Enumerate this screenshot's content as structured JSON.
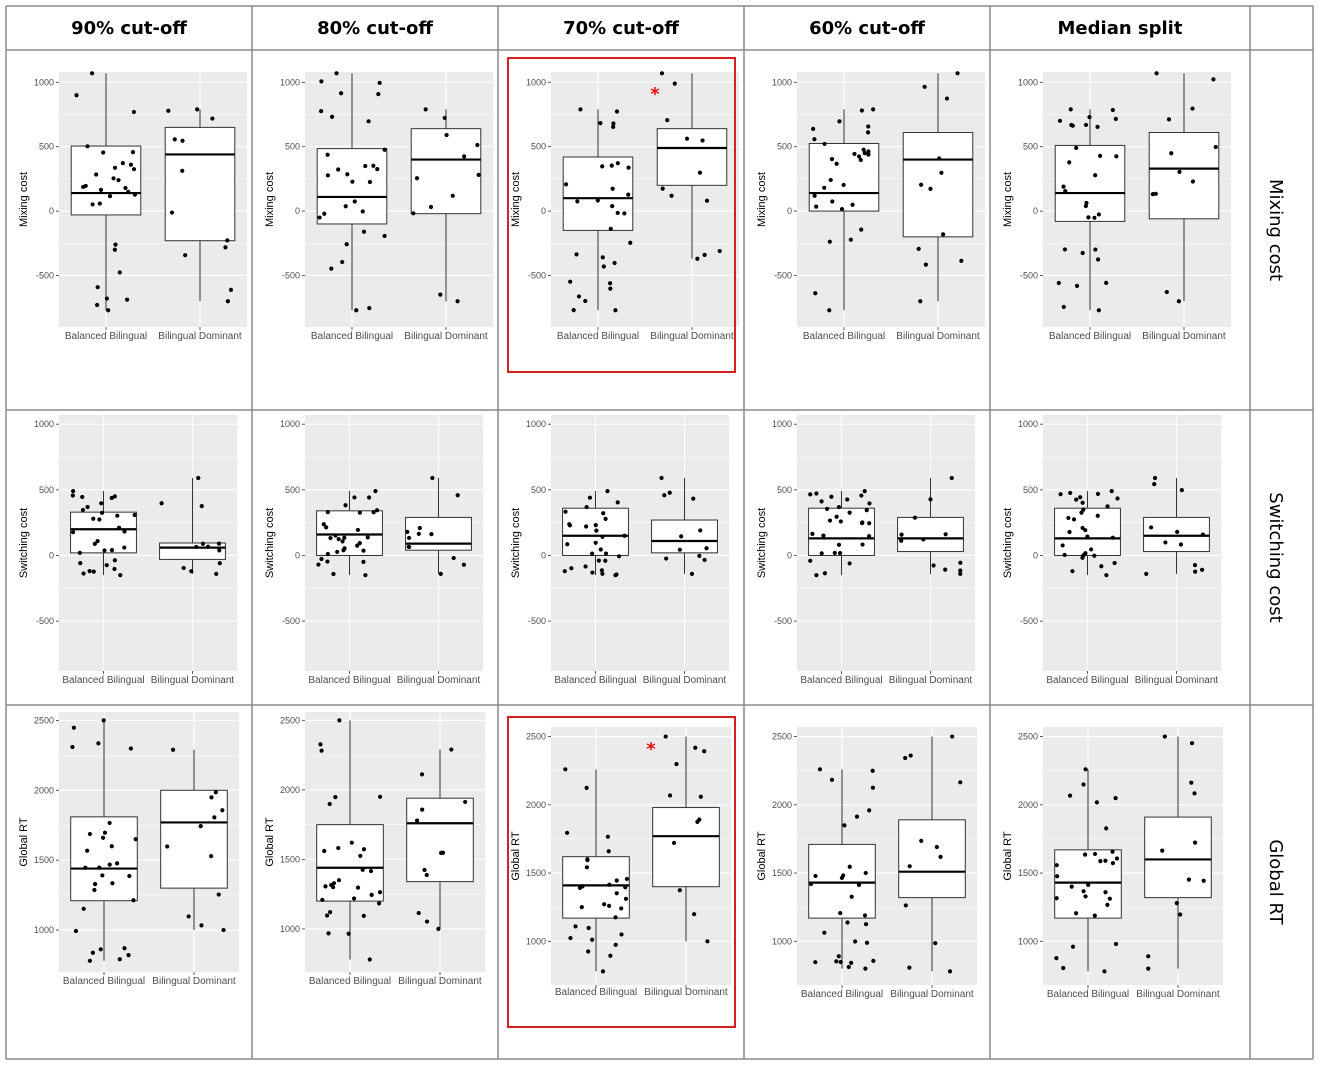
{
  "headers": {
    "columns": [
      "90% cut-off",
      "80% cut-off",
      "70% cut-off",
      "60% cut-off",
      "Median split"
    ],
    "rows": [
      "Mixing cost",
      "Switching cost",
      "Global RT"
    ]
  },
  "colors": {
    "panel_bg": "#ebebeb",
    "grid": "#ffffff",
    "highlight": "#d62020",
    "star": "#e01010",
    "border": "#8a8a8a"
  },
  "chart_data": [
    {
      "type": "box",
      "row": 0,
      "col": 0,
      "ylabel": "Mixing cost",
      "categories": [
        "Balanced Bilingual",
        "Bilingual Dominant"
      ],
      "ylim": [
        -900,
        1080
      ],
      "yticks": [
        -500,
        0,
        500,
        1000
      ],
      "series": [
        {
          "name": "Balanced Bilingual",
          "q1": -30,
          "median": 140,
          "q3": 505,
          "whisker_low": -770,
          "whisker_high": 1070
        },
        {
          "name": "Bilingual Dominant",
          "q1": -230,
          "median": 440,
          "q3": 650,
          "whisker_low": -700,
          "whisker_high": 790
        }
      ]
    },
    {
      "type": "box",
      "row": 0,
      "col": 1,
      "ylabel": "Mixing cost",
      "categories": [
        "Balanced Bilingual",
        "Bilingual Dominant"
      ],
      "ylim": [
        -900,
        1080
      ],
      "yticks": [
        -500,
        0,
        500,
        1000
      ],
      "series": [
        {
          "name": "Balanced Bilingual",
          "q1": -100,
          "median": 110,
          "q3": 485,
          "whisker_low": -770,
          "whisker_high": 1070
        },
        {
          "name": "Bilingual Dominant",
          "q1": -20,
          "median": 400,
          "q3": 640,
          "whisker_low": -700,
          "whisker_high": 790
        }
      ]
    },
    {
      "type": "box",
      "row": 0,
      "col": 2,
      "ylabel": "Mixing cost",
      "highlight": true,
      "significant": true,
      "categories": [
        "Balanced Bilingual",
        "Bilingual Dominant"
      ],
      "ylim": [
        -900,
        1080
      ],
      "yticks": [
        -500,
        0,
        500,
        1000
      ],
      "series": [
        {
          "name": "Balanced Bilingual",
          "q1": -150,
          "median": 100,
          "q3": 420,
          "whisker_low": -770,
          "whisker_high": 790
        },
        {
          "name": "Bilingual Dominant",
          "q1": 200,
          "median": 490,
          "q3": 640,
          "whisker_low": -370,
          "whisker_high": 1070
        }
      ]
    },
    {
      "type": "box",
      "row": 0,
      "col": 3,
      "ylabel": "Mixing cost",
      "categories": [
        "Balanced Bilingual",
        "Bilingual Dominant"
      ],
      "ylim": [
        -900,
        1080
      ],
      "yticks": [
        -500,
        0,
        500,
        1000
      ],
      "series": [
        {
          "name": "Balanced Bilingual",
          "q1": 0,
          "median": 140,
          "q3": 525,
          "whisker_low": -770,
          "whisker_high": 790
        },
        {
          "name": "Bilingual Dominant",
          "q1": -200,
          "median": 400,
          "q3": 610,
          "whisker_low": -700,
          "whisker_high": 1070
        }
      ]
    },
    {
      "type": "box",
      "row": 0,
      "col": 4,
      "ylabel": "Mixing cost",
      "categories": [
        "Balanced Bilingual",
        "Bilingual Dominant"
      ],
      "ylim": [
        -900,
        1080
      ],
      "yticks": [
        -500,
        0,
        500,
        1000
      ],
      "series": [
        {
          "name": "Balanced Bilingual",
          "q1": -80,
          "median": 140,
          "q3": 510,
          "whisker_low": -770,
          "whisker_high": 790
        },
        {
          "name": "Bilingual Dominant",
          "q1": -60,
          "median": 330,
          "q3": 610,
          "whisker_low": -700,
          "whisker_high": 1070
        }
      ]
    },
    {
      "type": "box",
      "row": 1,
      "col": 0,
      "ylabel": "Switching cost",
      "categories": [
        "Balanced Bilingual",
        "Bilingual Dominant"
      ],
      "ylim": [
        -880,
        1070
      ],
      "yticks": [
        -500,
        0,
        500,
        1000
      ],
      "series": [
        {
          "name": "Balanced Bilingual",
          "q1": 20,
          "median": 200,
          "q3": 330,
          "whisker_low": -150,
          "whisker_high": 490
        },
        {
          "name": "Bilingual Dominant",
          "q1": -30,
          "median": 60,
          "q3": 95,
          "whisker_low": -140,
          "whisker_high": 590
        }
      ]
    },
    {
      "type": "box",
      "row": 1,
      "col": 1,
      "ylabel": "Switching cost",
      "categories": [
        "Balanced Bilingual",
        "Bilingual Dominant"
      ],
      "ylim": [
        -880,
        1070
      ],
      "yticks": [
        -500,
        0,
        500,
        1000
      ],
      "series": [
        {
          "name": "Balanced Bilingual",
          "q1": 0,
          "median": 160,
          "q3": 340,
          "whisker_low": -150,
          "whisker_high": 490
        },
        {
          "name": "Bilingual Dominant",
          "q1": 40,
          "median": 90,
          "q3": 290,
          "whisker_low": -140,
          "whisker_high": 590
        }
      ]
    },
    {
      "type": "box",
      "row": 1,
      "col": 2,
      "ylabel": "Switching cost",
      "categories": [
        "Balanced Bilingual",
        "Bilingual Dominant"
      ],
      "ylim": [
        -880,
        1070
      ],
      "yticks": [
        -500,
        0,
        500,
        1000
      ],
      "series": [
        {
          "name": "Balanced Bilingual",
          "q1": 0,
          "median": 150,
          "q3": 360,
          "whisker_low": -150,
          "whisker_high": 490
        },
        {
          "name": "Bilingual Dominant",
          "q1": 20,
          "median": 110,
          "q3": 270,
          "whisker_low": -140,
          "whisker_high": 590
        }
      ]
    },
    {
      "type": "box",
      "row": 1,
      "col": 3,
      "ylabel": "Switching cost",
      "categories": [
        "Balanced Bilingual",
        "Bilingual Dominant"
      ],
      "ylim": [
        -880,
        1070
      ],
      "yticks": [
        -500,
        0,
        500,
        1000
      ],
      "series": [
        {
          "name": "Balanced Bilingual",
          "q1": 0,
          "median": 130,
          "q3": 360,
          "whisker_low": -150,
          "whisker_high": 490
        },
        {
          "name": "Bilingual Dominant",
          "q1": 30,
          "median": 130,
          "q3": 290,
          "whisker_low": -140,
          "whisker_high": 590
        }
      ]
    },
    {
      "type": "box",
      "row": 1,
      "col": 4,
      "ylabel": "Switching cost",
      "categories": [
        "Balanced Bilingual",
        "Bilingual Dominant"
      ],
      "ylim": [
        -880,
        1070
      ],
      "yticks": [
        -500,
        0,
        500,
        1000
      ],
      "series": [
        {
          "name": "Balanced Bilingual",
          "q1": 0,
          "median": 130,
          "q3": 360,
          "whisker_low": -150,
          "whisker_high": 490
        },
        {
          "name": "Bilingual Dominant",
          "q1": 30,
          "median": 150,
          "q3": 290,
          "whisker_low": -140,
          "whisker_high": 590
        }
      ]
    },
    {
      "type": "box",
      "row": 2,
      "col": 0,
      "ylabel": "Global RT",
      "categories": [
        "Balanced Bilingual",
        "Bilingual Dominant"
      ],
      "ylim": [
        700,
        2560
      ],
      "yticks": [
        1000,
        1500,
        2000,
        2500
      ],
      "series": [
        {
          "name": "Balanced Bilingual",
          "q1": 1210,
          "median": 1440,
          "q3": 1810,
          "whisker_low": 780,
          "whisker_high": 2500
        },
        {
          "name": "Bilingual Dominant",
          "q1": 1300,
          "median": 1770,
          "q3": 2000,
          "whisker_low": 1000,
          "whisker_high": 2290
        }
      ]
    },
    {
      "type": "box",
      "row": 2,
      "col": 1,
      "ylabel": "Global RT",
      "categories": [
        "Balanced Bilingual",
        "Bilingual Dominant"
      ],
      "ylim": [
        690,
        2560
      ],
      "yticks": [
        1000,
        1500,
        2000,
        2500
      ],
      "series": [
        {
          "name": "Balanced Bilingual",
          "q1": 1200,
          "median": 1440,
          "q3": 1750,
          "whisker_low": 780,
          "whisker_high": 2500
        },
        {
          "name": "Bilingual Dominant",
          "q1": 1340,
          "median": 1760,
          "q3": 1940,
          "whisker_low": 1000,
          "whisker_high": 2290
        }
      ]
    },
    {
      "type": "box",
      "row": 2,
      "col": 2,
      "ylabel": "Global RT",
      "highlight": true,
      "significant": true,
      "categories": [
        "Balanced Bilingual",
        "Bilingual Dominant"
      ],
      "ylim": [
        680,
        2570
      ],
      "yticks": [
        1000,
        1500,
        2000,
        2500
      ],
      "series": [
        {
          "name": "Balanced Bilingual",
          "q1": 1170,
          "median": 1410,
          "q3": 1620,
          "whisker_low": 780,
          "whisker_high": 2260
        },
        {
          "name": "Bilingual Dominant",
          "q1": 1400,
          "median": 1770,
          "q3": 1980,
          "whisker_low": 1000,
          "whisker_high": 2500
        }
      ]
    },
    {
      "type": "box",
      "row": 2,
      "col": 3,
      "ylabel": "Global RT",
      "categories": [
        "Balanced Bilingual",
        "Bilingual Dominant"
      ],
      "ylim": [
        680,
        2570
      ],
      "yticks": [
        1000,
        1500,
        2000,
        2500
      ],
      "series": [
        {
          "name": "Balanced Bilingual",
          "q1": 1170,
          "median": 1430,
          "q3": 1710,
          "whisker_low": 800,
          "whisker_high": 2260
        },
        {
          "name": "Bilingual Dominant",
          "q1": 1320,
          "median": 1510,
          "q3": 1890,
          "whisker_low": 780,
          "whisker_high": 2500
        }
      ]
    },
    {
      "type": "box",
      "row": 2,
      "col": 4,
      "ylabel": "Global RT",
      "categories": [
        "Balanced Bilingual",
        "Bilingual Dominant"
      ],
      "ylim": [
        680,
        2570
      ],
      "yticks": [
        1000,
        1500,
        2000,
        2500
      ],
      "series": [
        {
          "name": "Balanced Bilingual",
          "q1": 1170,
          "median": 1430,
          "q3": 1670,
          "whisker_low": 780,
          "whisker_high": 2260
        },
        {
          "name": "Bilingual Dominant",
          "q1": 1320,
          "median": 1600,
          "q3": 1910,
          "whisker_low": 800,
          "whisker_high": 2500
        }
      ]
    }
  ]
}
